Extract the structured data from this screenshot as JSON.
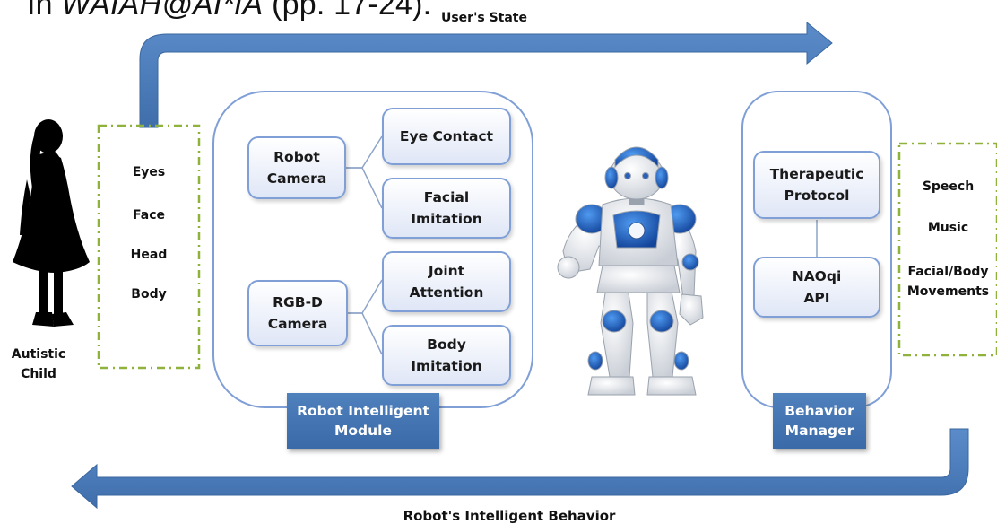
{
  "citation": {
    "prefix": "In ",
    "venue": "WAIAH@AI*IA",
    "pages": " (pp. 17-24)."
  },
  "labels": {
    "users_state": "User's State",
    "robot_behavior": "Robot's Intelligent Behavior",
    "autistic_child": "Autistic\nChild"
  },
  "child_cues": [
    "Eyes",
    "Face",
    "Head",
    "Body"
  ],
  "robot_outputs": [
    "Speech",
    "Music",
    "Facial/Body\nMovements"
  ],
  "module": {
    "title": "Robot Intelligent\nModule",
    "robot_camera": "Robot\nCamera",
    "rgbd_camera": "RGB-D\nCamera",
    "eye_contact": "Eye Contact",
    "facial_imitation": "Facial\nImitation",
    "joint_attention": "Joint\nAttention",
    "body_imitation": "Body\nImitation"
  },
  "manager": {
    "title": "Behavior\nManager",
    "protocol": "Therapeutic\nProtocol",
    "api": "NAOqi\nAPI"
  },
  "colors": {
    "arrow": "#4f7fbf",
    "arrow_dark": "#3d6aa6",
    "node_border": "#7f9fd6",
    "band": "#4f81bd",
    "dashed_green": "#8fb33a"
  },
  "icons": {
    "child": "girl-silhouette-icon",
    "robot": "nao-robot-icon"
  }
}
